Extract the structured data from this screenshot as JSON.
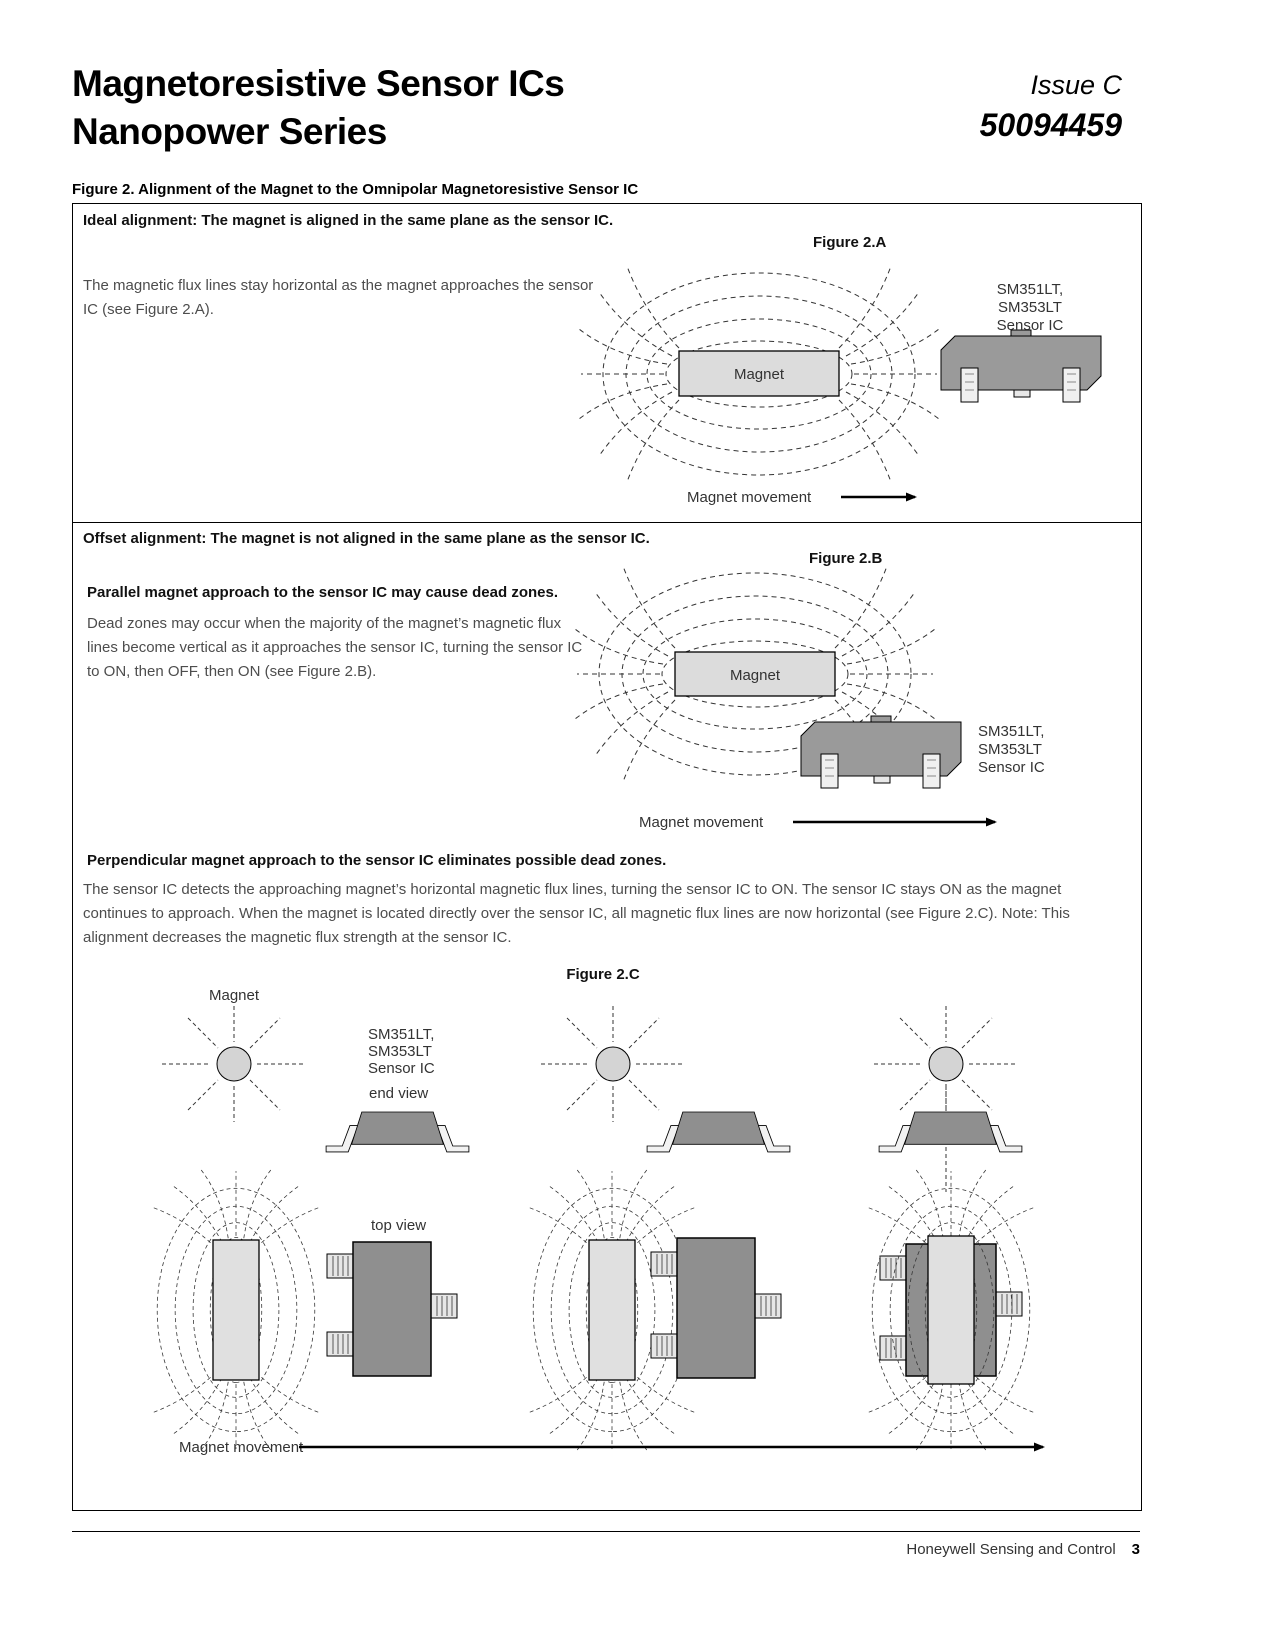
{
  "header": {
    "title_line1": "Magnetoresistive Sensor ICs",
    "title_line2": "Nanopower Series",
    "issue": "Issue C",
    "doc_number": "50094459"
  },
  "figure_caption": "Figure 2. Alignment of the Magnet to the Omnipolar Magnetoresistive Sensor IC",
  "section_a": {
    "heading": "Ideal alignment: The magnet is aligned in the same plane as the sensor IC.",
    "figure_label": "Figure 2.A",
    "body": "The magnetic flux lines stay horizontal as the magnet approaches the sensor IC (see Figure 2.A).",
    "magnet_label": "Magnet",
    "sensor_label_1": "SM351LT,",
    "sensor_label_2": "SM353LT",
    "sensor_label_3": "Sensor IC",
    "movement_label": "Magnet movement"
  },
  "section_b": {
    "heading": "Offset alignment: The magnet is not aligned in the same plane as the sensor IC.",
    "figure_label": "Figure 2.B",
    "subheading": "Parallel magnet approach to the sensor IC may cause dead zones.",
    "body": "Dead zones may occur when the majority of the magnet’s magnetic flux lines become vertical as it approaches the sensor IC, turning the sensor IC to ON, then OFF, then ON (see Figure 2.B).",
    "magnet_label": "Magnet",
    "sensor_label_1": "SM351LT,",
    "sensor_label_2": "SM353LT",
    "sensor_label_3": "Sensor IC",
    "movement_label": "Magnet movement"
  },
  "section_c": {
    "subheading": "Perpendicular magnet approach to the sensor IC eliminates possible dead zones.",
    "body": "The sensor IC detects the approaching magnet’s horizontal magnetic flux lines, turning the sensor IC to ON. The sensor IC stays ON as the magnet continues to approach. When the magnet is located directly over the sensor IC, all magnetic flux lines are now horizontal (see Figure 2.C). Note: This alignment decreases the magnetic flux strength at the sensor IC.",
    "figure_label": "Figure 2.C",
    "magnet_label": "Magnet",
    "sensor_label_1": "SM351LT,",
    "sensor_label_2": "SM353LT",
    "sensor_label_3": "Sensor IC",
    "end_view_label": "end view",
    "top_view_label": "top view",
    "movement_label": "Magnet movement"
  },
  "footer": {
    "text": "Honeywell Sensing and Control",
    "page_number": "3"
  }
}
